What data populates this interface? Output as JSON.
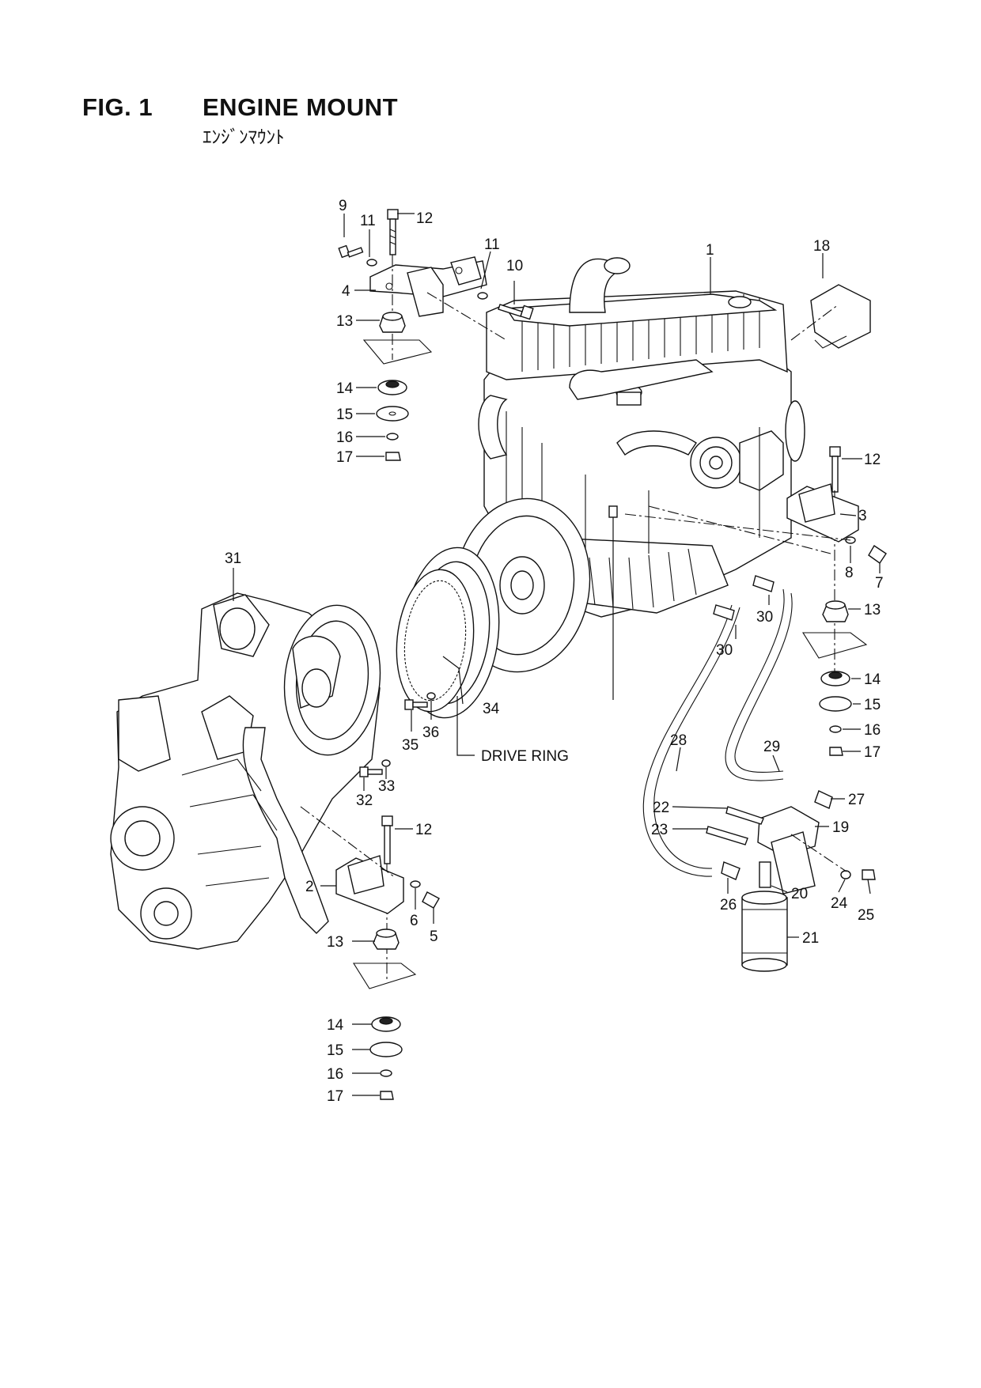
{
  "header": {
    "fig_number": "FIG. 1",
    "title": "ENGINE MOUNT",
    "subtitle_jp": "ｴﾝｼﾞﾝﾏｳﾝﾄ"
  },
  "callouts": {
    "c1": "1",
    "c2": "2",
    "c3": "3",
    "c4": "4",
    "c5": "5",
    "c6": "6",
    "c7": "7",
    "c8": "8",
    "c9": "9",
    "c10": "10",
    "c11a": "11",
    "c11b": "11",
    "c12a": "12",
    "c12b": "12",
    "c12c": "12",
    "c13a": "13",
    "c13b": "13",
    "c13c": "13",
    "c14a": "14",
    "c14b": "14",
    "c14c": "14",
    "c15a": "15",
    "c15b": "15",
    "c15c": "15",
    "c16a": "16",
    "c16b": "16",
    "c16c": "16",
    "c17a": "17",
    "c17b": "17",
    "c17c": "17",
    "c18": "18",
    "c19": "19",
    "c20": "20",
    "c21": "21",
    "c22": "22",
    "c23": "23",
    "c24": "24",
    "c25": "25",
    "c26": "26",
    "c27": "27",
    "c28": "28",
    "c29": "29",
    "c30a": "30",
    "c30b": "30",
    "c31": "31",
    "c32": "32",
    "c33": "33",
    "c34": "34",
    "c35": "35",
    "c36": "36",
    "drive_ring": "DRIVE RING"
  }
}
